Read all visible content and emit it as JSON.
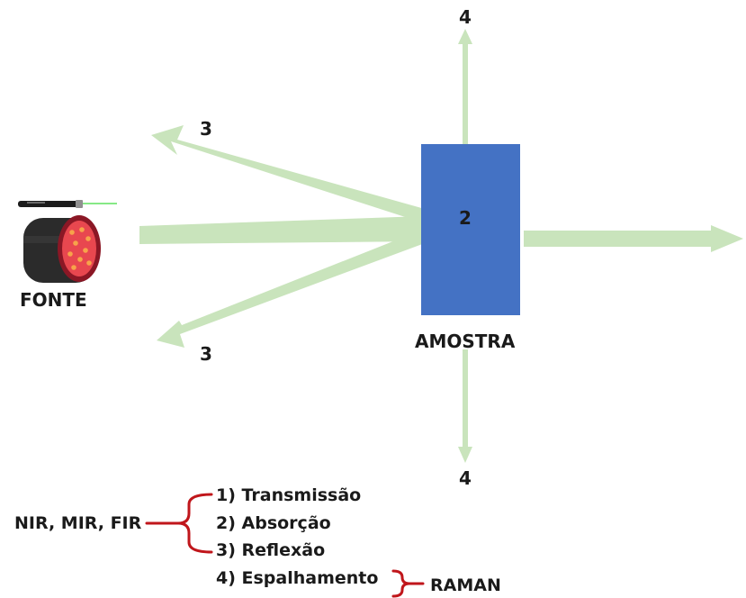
{
  "source": {
    "label": "FONTE"
  },
  "sample": {
    "label": "AMOSTRA",
    "number": "2",
    "color": "#4472c4"
  },
  "beam_color": "#c9e4bc",
  "numbers": {
    "reflection_upper": "3",
    "reflection_lower": "3",
    "scatter_top": "4",
    "scatter_bottom": "4"
  },
  "legend": {
    "ir_label": "NIR, MIR, FIR",
    "items": [
      "1) Transmissão",
      "2) Absorção",
      "3) Reflexão",
      "4) Espalhamento"
    ],
    "raman_label": "RAMAN",
    "brace_color": "#c0161b"
  }
}
